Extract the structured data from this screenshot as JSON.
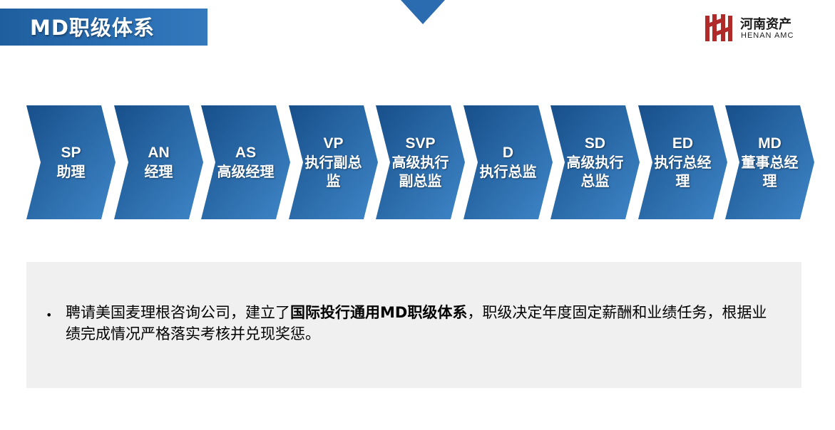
{
  "header": {
    "title": "MD职级体系",
    "logo": {
      "icon": "henan-amc-logo-icon",
      "name_cn": "河南资产",
      "name_en": "HENAN AMC",
      "color": "#b02a2a"
    }
  },
  "colors": {
    "primary": "#2a6fb3",
    "chevron_dark": "#174f8a",
    "chevron_light": "#3f86c8",
    "panel": "#f0f0f0"
  },
  "levels": [
    {
      "code": "SP",
      "title": "助理"
    },
    {
      "code": "AN",
      "title": "经理"
    },
    {
      "code": "AS",
      "title": "高级经理"
    },
    {
      "code": "VP",
      "title": "执行副总监"
    },
    {
      "code": "SVP",
      "title": "高级执行副总监"
    },
    {
      "code": "D",
      "title": "执行总监"
    },
    {
      "code": "SD",
      "title": "高级执行总监"
    },
    {
      "code": "ED",
      "title": "执行总经理"
    },
    {
      "code": "MD",
      "title": "董事总经理"
    }
  ],
  "note": {
    "bullet": "•",
    "text_before": "聘请美国麦理根咨询公司，建立了",
    "text_emphasis": "国际投行通用MD职级体系",
    "text_after": "，职级决定年度固定薪酬和业绩任务，根据业绩完成情况严格落实考核并兑现奖惩。"
  }
}
